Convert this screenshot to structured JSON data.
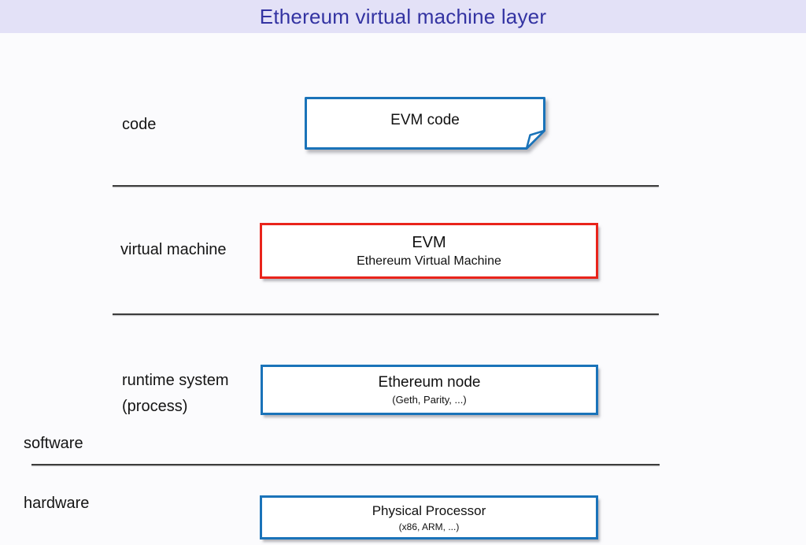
{
  "header": {
    "title": "Ethereum virtual machine layer"
  },
  "layers": {
    "code": {
      "label": "code",
      "box_title": "EVM code"
    },
    "vm": {
      "label": "virtual machine",
      "box_title": "EVM",
      "box_subtitle": "Ethereum Virtual Machine"
    },
    "runtime": {
      "label_line1": "runtime system",
      "label_line2": "(process)",
      "box_title": "Ethereum node",
      "box_subtitle": "(Geth, Parity, ...)"
    },
    "software": {
      "label": "software"
    },
    "hardware": {
      "label": "hardware",
      "box_title": "Physical Processor",
      "box_subtitle": "(x86, ARM, ...)"
    }
  },
  "colors": {
    "header_bg": "#e3e1f7",
    "title_text": "#3333a2",
    "blue_border": "#1a73b9",
    "red_border": "#e9241b",
    "divider": "#3c3c3c",
    "box_fill": "#ffffff",
    "page_bg": "#fbfbfd"
  }
}
